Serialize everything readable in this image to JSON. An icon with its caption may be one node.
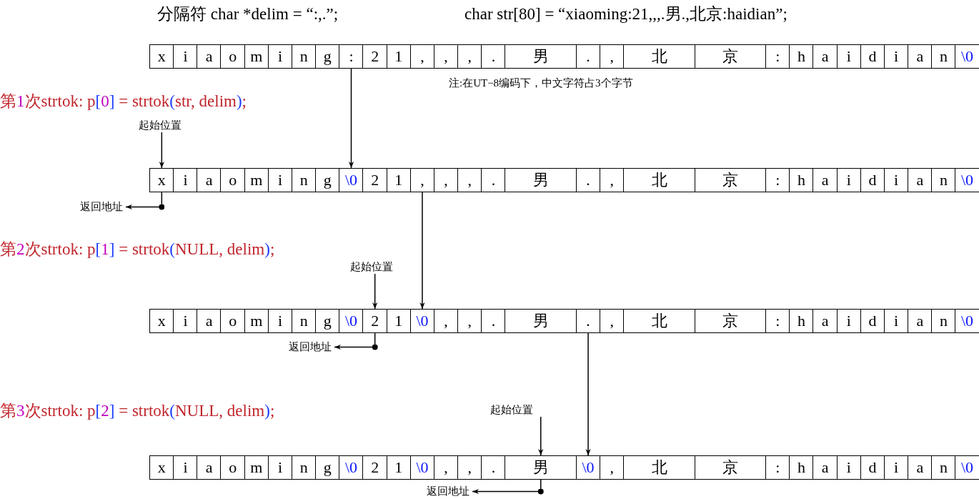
{
  "diagram": {
    "nodes": [
      {
        "text": [
          "x"
        ]
      },
      {
        "text": [
          "i"
        ]
      },
      {
        "text": [
          "a"
        ]
      },
      {
        "text": [
          "o"
        ]
      },
      {
        "text": [
          "m"
        ]
      },
      {
        "text": [
          "i"
        ]
      },
      {
        "text": [
          "n"
        ]
      },
      {
        "text": [
          "g"
        ]
      },
      {
        "text": [
          ":"
        ]
      },
      {
        "text": [
          "2"
        ]
      },
      {
        "text": [
          "1"
        ]
      },
      {
        "text": [
          ","
        ]
      },
      {
        "text": [
          ","
        ]
      },
      {
        "text": [
          ","
        ]
      },
      {
        "text": [
          "."
        ]
      },
      {
        "text": [
          "男"
        ]
      },
      {
        "text": [
          "."
        ]
      },
      {
        "text": [
          ","
        ]
      },
      {
        "text": [
          "北"
        ]
      },
      {
        "text": [
          "京"
        ]
      },
      {
        "text": [
          ":"
        ]
      },
      {
        "text": [
          "h"
        ]
      },
      {
        "text": [
          "a"
        ]
      },
      {
        "text": [
          "i"
        ]
      },
      {
        "text": [
          "d"
        ]
      },
      {
        "text": [
          "i"
        ]
      },
      {
        "text": [
          "a"
        ]
      },
      {
        "text": [
          "n"
        ]
      },
      {
        "text": [
          "\\0"
        ]
      },
      {
        "text": [
          "起始位置"
        ]
      },
      {
        "text": [
          "x"
        ]
      },
      {
        "text": [
          "i"
        ]
      },
      {
        "text": [
          "a"
        ]
      },
      {
        "text": [
          "o"
        ]
      },
      {
        "text": [
          "m"
        ]
      },
      {
        "text": [
          "i"
        ]
      },
      {
        "text": [
          "n"
        ]
      },
      {
        "text": [
          "g"
        ]
      },
      {
        "text": [
          "\\0"
        ]
      },
      {
        "text": [
          "2"
        ]
      },
      {
        "text": [
          "1"
        ]
      },
      {
        "text": [
          ","
        ]
      },
      {
        "text": [
          ","
        ]
      },
      {
        "text": [
          ","
        ]
      },
      {
        "text": [
          "."
        ]
      },
      {
        "text": [
          "男"
        ]
      },
      {
        "text": [
          "."
        ]
      },
      {
        "text": [
          ","
        ]
      },
      {
        "text": [
          "北"
        ]
      },
      {
        "text": [
          "京"
        ]
      },
      {
        "text": [
          ":"
        ]
      },
      {
        "text": [
          "h"
        ]
      },
      {
        "text": [
          "a"
        ]
      },
      {
        "text": [
          "i"
        ]
      },
      {
        "text": [
          "d"
        ]
      },
      {
        "text": [
          "i"
        ]
      },
      {
        "text": [
          "a"
        ]
      },
      {
        "text": [
          "n"
        ]
      },
      {
        "text": [
          "\\0"
        ]
      },
      {
        "text": [
          "返回地址"
        ]
      },
      {
        "text": [
          "起始位置"
        ]
      },
      {
        "text": [
          "x"
        ]
      },
      {
        "text": [
          "i"
        ]
      },
      {
        "text": [
          "a"
        ]
      },
      {
        "text": [
          "o"
        ]
      },
      {
        "text": [
          "m"
        ]
      },
      {
        "text": [
          "i"
        ]
      },
      {
        "text": [
          "n"
        ]
      },
      {
        "text": [
          "g"
        ]
      },
      {
        "text": [
          "\\0"
        ]
      },
      {
        "text": [
          "2"
        ]
      },
      {
        "text": [
          "1"
        ]
      },
      {
        "text": [
          "\\0"
        ]
      },
      {
        "text": [
          ","
        ]
      },
      {
        "text": [
          ","
        ]
      },
      {
        "text": [
          "."
        ]
      },
      {
        "text": [
          "男"
        ]
      },
      {
        "text": [
          "."
        ]
      },
      {
        "text": [
          ","
        ]
      },
      {
        "text": [
          "北"
        ]
      },
      {
        "text": [
          "京"
        ]
      },
      {
        "text": [
          ":"
        ]
      },
      {
        "text": [
          "h"
        ]
      },
      {
        "text": [
          "a"
        ]
      },
      {
        "text": [
          "i"
        ]
      },
      {
        "text": [
          "d"
        ]
      },
      {
        "text": [
          "i"
        ]
      },
      {
        "text": [
          "a"
        ]
      },
      {
        "text": [
          "n"
        ]
      },
      {
        "text": [
          "\\0"
        ]
      },
      {
        "text": [
          "返回地址"
        ]
      },
      {
        "text": [
          "起始位置"
        ]
      },
      {
        "text": [
          "x"
        ]
      },
      {
        "text": [
          "i"
        ]
      },
      {
        "text": [
          "a"
        ]
      },
      {
        "text": [
          "o"
        ]
      },
      {
        "text": [
          "m"
        ]
      },
      {
        "text": [
          "i"
        ]
      },
      {
        "text": [
          "n"
        ]
      },
      {
        "text": [
          "g"
        ]
      },
      {
        "text": [
          "\\0"
        ]
      },
      {
        "text": [
          "2"
        ]
      },
      {
        "text": [
          "1"
        ]
      },
      {
        "text": [
          "\\0"
        ]
      },
      {
        "text": [
          ","
        ]
      },
      {
        "text": [
          ","
        ]
      },
      {
        "text": [
          "."
        ]
      },
      {
        "text": [
          "男"
        ]
      },
      {
        "text": [
          "\\0"
        ]
      },
      {
        "text": [
          ","
        ]
      },
      {
        "text": [
          "北"
        ]
      },
      {
        "text": [
          "京"
        ]
      },
      {
        "text": [
          ":"
        ]
      },
      {
        "text": [
          "h"
        ]
      },
      {
        "text": [
          "a"
        ]
      },
      {
        "text": [
          "i"
        ]
      },
      {
        "text": [
          "d"
        ]
      },
      {
        "text": [
          "i"
        ]
      },
      {
        "text": [
          "a"
        ]
      },
      {
        "text": [
          "n"
        ]
      },
      {
        "text": [
          "\\0"
        ]
      },
      {
        "text": [
          "返回地址"
        ]
      }
    ],
    "edges": [
      {
        "from": 29,
        "to": 30,
        "arrow": "to"
      },
      {
        "from": 8,
        "to": 38,
        "arrow": "to"
      },
      {
        "from": 30,
        "to": 59,
        "arrow": "to"
      },
      {
        "from": 41,
        "to": 72,
        "arrow": "to"
      },
      {
        "from": 60,
        "to": 70,
        "arrow": "to"
      },
      {
        "from": 70,
        "to": 90,
        "arrow": "to"
      },
      {
        "from": 77,
        "to": 108,
        "arrow": "to"
      },
      {
        "from": 91,
        "to": 107,
        "arrow": "to"
      },
      {
        "from": 107,
        "to": 121,
        "arrow": "to"
      }
    ],
    "labels": [
      "分隔符  char *delim = “:,.”;",
      "char str[80] = “xiaoming:21,,,.男.,北京:haidian”;",
      "注:在UT−8编码下，中文字符占3个字节",
      "第1次strtok: p[0] = strtok(str, delim);",
      "第2次strtok: p[1] = strtok(NULL, delim);",
      "第3次strtok: p[2] = strtok(NULL, delim);"
    ]
  }
}
